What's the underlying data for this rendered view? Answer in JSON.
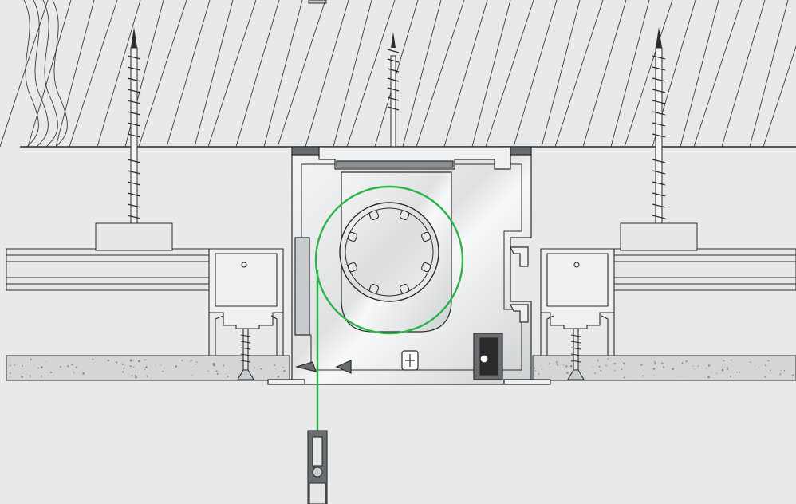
{
  "diagram": {
    "labels": [],
    "colors": {
      "background": "#e8e9ea",
      "outline": "#2b2b2b",
      "aluminium_light": "#eef0f1",
      "aluminium_mid": "#c9ccce",
      "aluminium_dark": "#8d9194",
      "plaster": "#d4d5d6",
      "gasket": "#6a6d70",
      "cord": "#2db34a"
    },
    "components": [
      {
        "name": "timber-ceiling-joist",
        "icon": "wood-grain"
      },
      {
        "name": "wood-screw",
        "count": 3
      },
      {
        "name": "aluminium-housing-profile"
      },
      {
        "name": "roller-tube"
      },
      {
        "name": "pull-cord-loop"
      },
      {
        "name": "ceiling-mounting-brackets",
        "count": 2
      },
      {
        "name": "plasterboard-ceiling"
      },
      {
        "name": "bottom-rail-weight"
      }
    ]
  }
}
